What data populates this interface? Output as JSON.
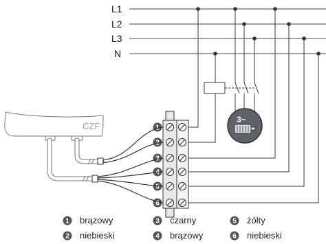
{
  "lines": {
    "l1": "L1",
    "l2": "L2",
    "l3": "L3",
    "n": "N"
  },
  "device": {
    "label": "CZF"
  },
  "motor": {
    "label": "3~"
  },
  "terminals": [
    "1",
    "2",
    "3",
    "4",
    "5",
    "6"
  ],
  "legend": [
    {
      "num": "1",
      "label": "brązowy"
    },
    {
      "num": "2",
      "label": "niebieski"
    },
    {
      "num": "3",
      "label": "czarny"
    },
    {
      "num": "4",
      "label": "brązowy"
    },
    {
      "num": "5",
      "label": "żółty"
    },
    {
      "num": "6",
      "label": "niebieski"
    }
  ],
  "colors": {
    "wire": "#333333",
    "terminal_badge": "#555555",
    "motor_fill": "#5f6368"
  }
}
